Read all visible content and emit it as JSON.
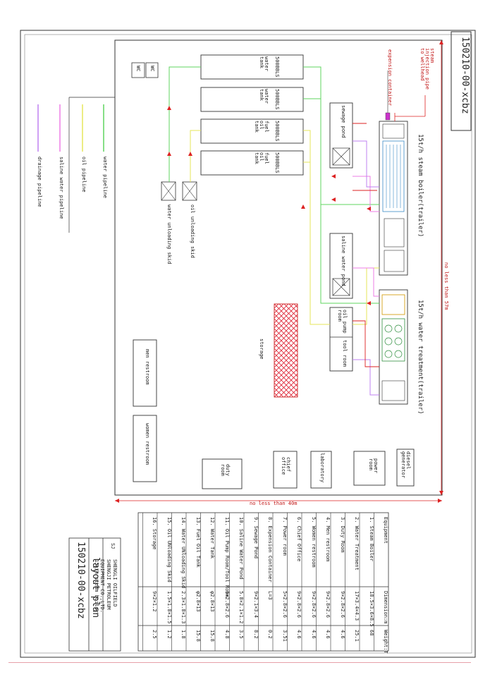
{
  "drawing_no": "150210-00-xcbz",
  "title_block": {
    "company_lines": [
      "SHENGLI OILFIELD",
      "SHENGJI PETROLEUM",
      "EQUIPMENT CO.,LTD."
    ],
    "logo_text": "SJ",
    "project": "15t/h steam boiler",
    "drawing_title": "layout plan",
    "drawing_no": "150210-00-xcbz"
  },
  "legend": [
    {
      "label": "water pipeline",
      "color": "#5fd45f"
    },
    {
      "label": "oil pipeline",
      "color": "#e6e65a"
    },
    {
      "label": "saline water pipeline",
      "color": "#ee7ee6"
    },
    {
      "label": "drainage pipeline",
      "color": "#bf80f0"
    }
  ],
  "tanks": [
    {
      "capacity": "500BBLS",
      "name": "water tank"
    },
    {
      "capacity": "500BBLS",
      "name": "water tank"
    },
    {
      "capacity": "500BBLS",
      "name": "fuel oil tank"
    },
    {
      "capacity": "500BBLS",
      "name": "fuel oil tank"
    }
  ],
  "wc": [
    "WC",
    "WC"
  ],
  "labels": {
    "steam_injection": "steam injection pipe to wellhead",
    "expansion_container": "expension container",
    "sewage_pond": "sewage pond",
    "steam_boiler": "15t/h steam boiler(trailer)",
    "saline_pond": "saline water pond",
    "water_treatment": "15t/h water treatment(trailer)",
    "oil_pump_room": "oil pump room",
    "tool_room": "tool room",
    "storage": "storage",
    "oil_skid": "oil unloading skid",
    "water_skid": "water unloading skid",
    "men_restroom": "men restroom",
    "women_restroom": "women restroom",
    "duty_room": "duty room",
    "chief_office": "chief office",
    "laboratory": "laboratory",
    "power_room": "power room",
    "diesel_generator": "diesel generator",
    "dim_57": "no less than 57m",
    "dim_40": "no less than 40m"
  },
  "table": {
    "headers": [
      "Equipment",
      "Dimension:m",
      "Weight:T"
    ],
    "rows": [
      [
        "1. Steam Boiler",
        "18.5×3.6×8.5",
        "68"
      ],
      [
        "2. Water Treatment",
        "17×3.4×4.3",
        "25.1"
      ],
      [
        "3. Duty Room",
        "9×2.8×2.6",
        "4.6"
      ],
      [
        "4. Men restroom",
        "9×2.8×2.6",
        "4.6"
      ],
      [
        "5. Women restroom",
        "9×2.8×2.6",
        "4.6"
      ],
      [
        "6. Chief Office",
        "9×2.8×2.6",
        "4.6"
      ],
      [
        "7. Power room",
        "5×2.8×2.6",
        "3.51"
      ],
      [
        "8. Expension Container",
        "L=3",
        "0.2"
      ],
      [
        "9. Sewage Pond",
        "9×2.1×3.4",
        "8.2"
      ],
      [
        "10. Saline Water Pond",
        "5.8×2.1×1.2",
        "3.5"
      ],
      [
        "11. Oil Pump Room/Tool Room",
        "9×2.8×2.6",
        "4.8"
      ],
      [
        "12. Water Tank",
        "φ2.8×13",
        "15.8"
      ],
      [
        "13. Fuel Oil Tank",
        "φ2.8×13",
        "15.8"
      ],
      [
        "14. Water UNloading Skid",
        "2.3×1.8×1.3",
        "1.8"
      ],
      [
        "15. Oil UNloading Skid",
        "1.5×1.8×1.5",
        "1.2"
      ],
      [
        "16. Storage",
        "9×2×1.2",
        "2.5"
      ]
    ]
  }
}
